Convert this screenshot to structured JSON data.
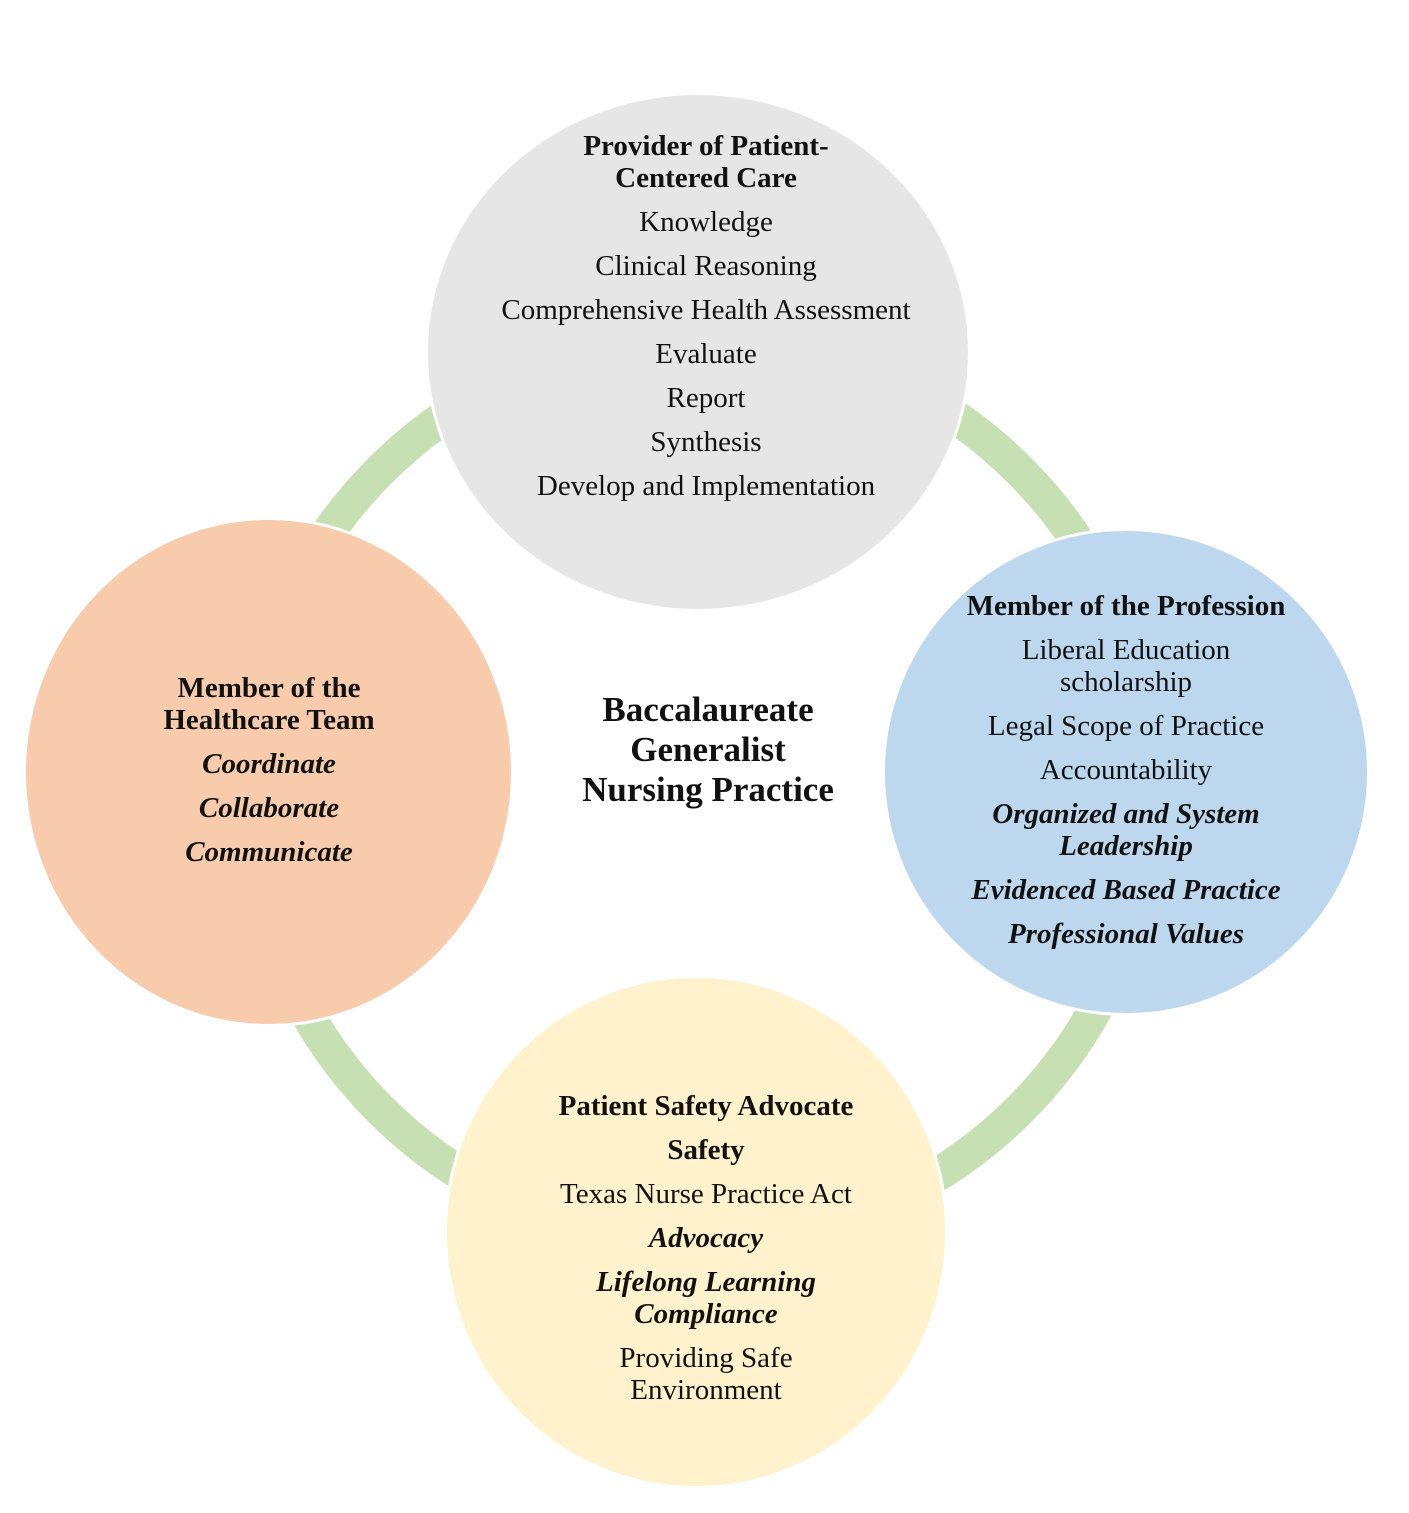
{
  "colors": {
    "ring": "#c6e0b4",
    "top_circle": "#e6e6e6",
    "left_circle": "#f8cbad",
    "right_circle": "#bdd7ee",
    "bottom_circle": "#fff2cc"
  },
  "center_title": [
    "Baccalaureate",
    "Generalist",
    "Nursing Practice"
  ],
  "top": {
    "lines": [
      {
        "text": "Provider of Patient-\nCentered Care",
        "style": "bold"
      },
      {
        "text": "Knowledge",
        "style": "normal"
      },
      {
        "text": "Clinical Reasoning",
        "style": "normal"
      },
      {
        "text": "Comprehensive Health Assessment",
        "style": "normal"
      },
      {
        "text": "Evaluate",
        "style": "normal"
      },
      {
        "text": "Report",
        "style": "normal"
      },
      {
        "text": "Synthesis",
        "style": "normal"
      },
      {
        "text": "Develop and Implementation",
        "style": "normal"
      }
    ]
  },
  "left": {
    "lines": [
      {
        "text": "Member of the\nHealthcare Team",
        "style": "bold"
      },
      {
        "text": "Coordinate",
        "style": "bold-italic"
      },
      {
        "text": "Collaborate",
        "style": "bold-italic"
      },
      {
        "text": "Communicate",
        "style": "bold-italic"
      }
    ]
  },
  "right": {
    "lines": [
      {
        "text": "Member of the Profession",
        "style": "bold"
      },
      {
        "text": "Liberal Education\nscholarship",
        "style": "normal"
      },
      {
        "text": "Legal Scope of Practice",
        "style": "normal"
      },
      {
        "text": "Accountability",
        "style": "normal"
      },
      {
        "text": "Organized and System\nLeadership",
        "style": "bold-italic"
      },
      {
        "text": "Evidenced Based Practice",
        "style": "bold-italic"
      },
      {
        "text": "Professional Values",
        "style": "bold-italic"
      }
    ]
  },
  "bottom": {
    "lines": [
      {
        "text": "Patient Safety Advocate",
        "style": "bold"
      },
      {
        "text": "Safety",
        "style": "bold"
      },
      {
        "text": "Texas Nurse Practice Act",
        "style": "normal"
      },
      {
        "text": "Advocacy",
        "style": "bold-italic"
      },
      {
        "text": "Lifelong Learning\nCompliance",
        "style": "bold-italic"
      },
      {
        "text": "Providing Safe\nEnvironment",
        "style": "normal"
      }
    ]
  }
}
